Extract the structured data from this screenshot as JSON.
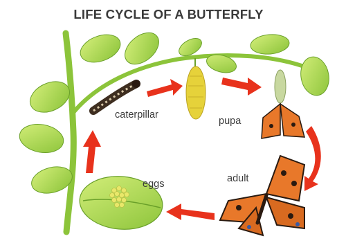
{
  "diagram": {
    "title": "LIFE CYCLE OF A BUTTERFLY",
    "stages": {
      "caterpillar": "caterpillar",
      "pupa": "pupa",
      "adult": "adult",
      "eggs": "eggs"
    },
    "colors": {
      "stem": "#9ccc3a",
      "leaf": "#a8d84a",
      "leaf_dark": "#6aa02a",
      "arrow": "#e8321c",
      "caterpillar": "#4a3a2a",
      "pupa": "#e6d23a",
      "butterfly_orange": "#e8782a",
      "butterfly_dark": "#2a1a10"
    }
  }
}
